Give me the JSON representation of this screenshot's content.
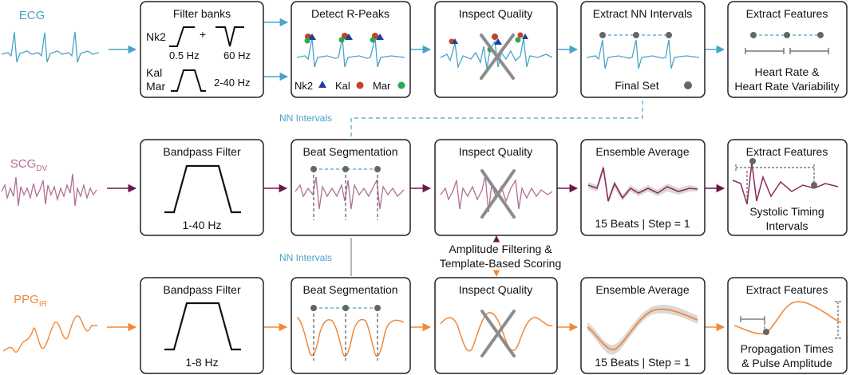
{
  "colors": {
    "ecg": "#4aa3c8",
    "scg": "#b06f95",
    "scg_arrow": "#6d1747",
    "ppg": "#f0883a",
    "box_border": "#222222",
    "peak_nk2": "#1f3f9a",
    "peak_kal": "#c0442a",
    "peak_mar": "#2aaa50",
    "node_gray": "#666666",
    "ensemble_gray": "#c8c8c8"
  },
  "ecg_row": {
    "signal_label": "ECG",
    "filter_banks": {
      "title": "Filter banks",
      "nk2_label": "Nk2",
      "plus": "+",
      "highpass_cutoff": "0.5 Hz",
      "notch_freq": "60 Hz",
      "kal_label": "Kal",
      "mar_label": "Mar",
      "bandpass_range": "2-40 Hz"
    },
    "detect_peaks": {
      "title": "Detect R-Peaks",
      "legend_nk2": "Nk2",
      "legend_kal": "Kal",
      "legend_mar": "Mar"
    },
    "inspect_quality": {
      "title": "Inspect Quality"
    },
    "extract_nn": {
      "title": "Extract NN Intervals",
      "final_set": "Final Set"
    },
    "extract_features": {
      "title": "Extract Features",
      "line1": "Heart Rate &",
      "line2": "Heart Rate Variability"
    }
  },
  "nn_link_upper": "NN Intervals",
  "nn_link_lower": "NN Intervals",
  "scg_row": {
    "signal_label": "SCG",
    "signal_sub": "DV",
    "bandpass": {
      "title": "Bandpass Filter",
      "range": "1-40 Hz"
    },
    "segmentation": {
      "title": "Beat Segmentation"
    },
    "inspect_quality": {
      "title": "Inspect Quality"
    },
    "ensemble": {
      "title": "Ensemble Average",
      "caption": "15 Beats | Step = 1"
    },
    "extract_features": {
      "title": "Extract Features",
      "line1": "Systolic Timing",
      "line2": "Intervals"
    }
  },
  "quality_note": {
    "line1": "Amplitude Filtering &",
    "line2": "Template-Based Scoring"
  },
  "ppg_row": {
    "signal_label": "PPG",
    "signal_sub": "IR",
    "bandpass": {
      "title": "Bandpass Filter",
      "range": "1-8 Hz"
    },
    "segmentation": {
      "title": "Beat Segmentation"
    },
    "inspect_quality": {
      "title": "Inspect Quality"
    },
    "ensemble": {
      "title": "Ensemble Average",
      "caption": "15 Beats | Step = 1"
    },
    "extract_features": {
      "title": "Extract Features",
      "line1": "Propagation Times",
      "line2": "& Pulse Amplitude"
    }
  }
}
